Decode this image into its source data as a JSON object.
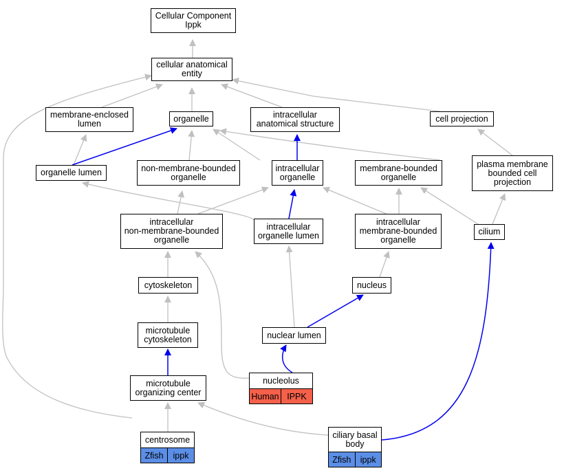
{
  "nodes": {
    "cellular_component": "Cellular Component\nIppk",
    "cellular_anatomical_entity": "cellular anatomical\nentity",
    "membrane_enclosed_lumen": "membrane-enclosed\nlumen",
    "organelle": "organelle",
    "intracellular_anatomical_structure": "intracellular\nanatomical structure",
    "cell_projection": "cell projection",
    "organelle_lumen": "organelle lumen",
    "non_membrane_bounded_organelle": "non-membrane-bounded\norganelle",
    "intracellular_organelle": "intracellular\norganelle",
    "membrane_bounded_organelle": "membrane-bounded\norganelle",
    "plasma_membrane_bounded_cell_projection": "plasma membrane\nbounded cell\nprojection",
    "intracellular_non_membrane_bounded_organelle": "intracellular\nnon-membrane-bounded\norganelle",
    "intracellular_organelle_lumen": "intracellular\norganelle lumen",
    "intracellular_membrane_bounded_organelle": "intracellular\nmembrane-bounded\norganelle",
    "cilium": "cilium",
    "cytoskeleton": "cytoskeleton",
    "nucleus": "nucleus",
    "microtubule_cytoskeleton": "microtubule\ncytoskeleton",
    "nuclear_lumen": "nuclear lumen",
    "microtubule_organizing_center": "microtubule\norganizing center",
    "nucleolus": "nucleolus",
    "centrosome": "centrosome",
    "ciliary_basal_body": "ciliary basal\nbody"
  },
  "annotations": {
    "nucleolus": [
      {
        "label": "Human",
        "color": "#f4604a"
      },
      {
        "label": "IPPK",
        "color": "#f4604a"
      }
    ],
    "centrosome": [
      {
        "label": "Zfish",
        "color": "#5b8ee6"
      },
      {
        "label": "ippk",
        "color": "#5b8ee6"
      }
    ],
    "ciliary_basal_body": [
      {
        "label": "Zfish",
        "color": "#5b8ee6"
      },
      {
        "label": "ippk",
        "color": "#5b8ee6"
      }
    ]
  },
  "edge_colors": {
    "is_a": "#c0c0c0",
    "part_of": "#0000ee"
  }
}
